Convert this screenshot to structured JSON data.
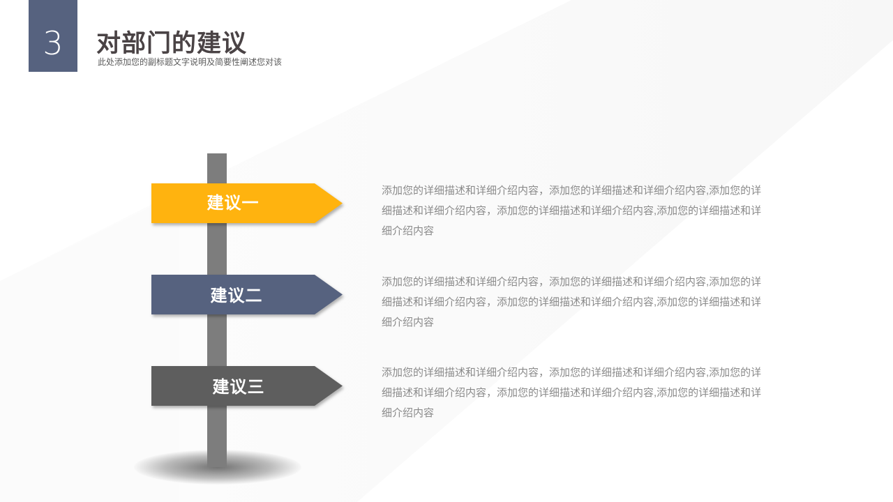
{
  "slide": {
    "number": "3",
    "title": "对部门的建议",
    "subtitle": "此处添加您的副标题文字说明及简要性阐述您对该"
  },
  "colors": {
    "accent_blue": "#56627f",
    "yellow": "#ffb30f",
    "slate": "#56627f",
    "gray": "#5e5e5e",
    "pole": "#7d7d7d"
  },
  "suggestions": [
    {
      "label": "建议一",
      "color": "#ffb30f",
      "description": "添加您的详细描述和详细介绍内容，添加您的详细描述和详细介绍内容,添加您的详细描述和详细介绍内容，添加您的详细描述和详细介绍内容,添加您的详细描述和详细介绍内容"
    },
    {
      "label": "建议二",
      "color": "#56627f",
      "description": "添加您的详细描述和详细介绍内容，添加您的详细描述和详细介绍内容,添加您的详细描述和详细介绍内容，添加您的详细描述和详细介绍内容,添加您的详细描述和详细介绍内容"
    },
    {
      "label": "建议三",
      "color": "#5e5e5e",
      "description": "添加您的详细描述和详细介绍内容，添加您的详细描述和详细介绍内容,添加您的详细描述和详细介绍内容，添加您的详细描述和详细介绍内容,添加您的详细描述和详细介绍内容"
    }
  ]
}
